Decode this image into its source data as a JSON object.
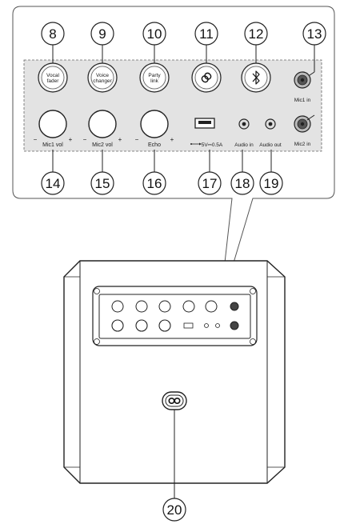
{
  "callouts": [
    "8",
    "9",
    "10",
    "11",
    "12",
    "13",
    "14",
    "15",
    "16",
    "17",
    "18",
    "19",
    "20"
  ],
  "buttons": {
    "vocal_fader": [
      "Vocal",
      "fader"
    ],
    "voice_changer": [
      "Voice",
      "changer"
    ],
    "party_link": [
      "Party",
      "link"
    ]
  },
  "labels": {
    "mic1_in": "Mic1 in",
    "mic2_in": "Mic2 in",
    "mic1_vol": "Mic1 vol",
    "mic2_vol": "Mic2 vol",
    "echo": "Echo",
    "usb": "5V⎓0.5A",
    "audio_in": "Audio in",
    "audio_out": "Audio out",
    "minus": "−",
    "plus": "+"
  },
  "icons": [
    "link-icon",
    "bluetooth-icon",
    "usb-icon",
    "infinity-link-icon"
  ]
}
